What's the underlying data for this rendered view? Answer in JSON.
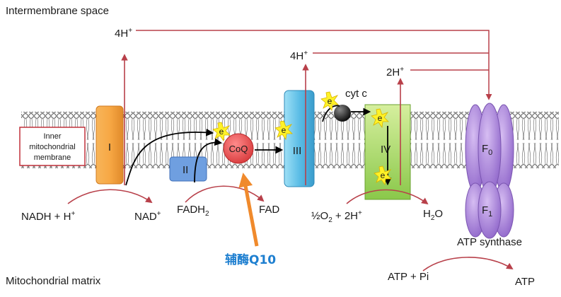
{
  "diagram": {
    "regions": {
      "top": "Intermembrane space",
      "bottom": "Mitochondrial matrix",
      "membrane_box": [
        "Inner",
        "mitochondrial",
        "membrane"
      ]
    },
    "complexes": {
      "c1": "I",
      "c2": "II",
      "c3": "III",
      "c4": "IV",
      "coq": "CoQ",
      "cytc": "cyt c",
      "f0": "F",
      "f0_sub": "0",
      "f1": "F",
      "f1_sub": "1",
      "atp_synthase": "ATP synthase"
    },
    "electron": "e",
    "protons": {
      "p1_main": "4H",
      "p1_sup": "+",
      "p3_main": "4H",
      "p3_sup": "+",
      "p4_main": "2H",
      "p4_sup": "+"
    },
    "reactions": {
      "nadh": "NADH + H",
      "nadh_sup": "+",
      "nad": "NAD",
      "nad_sup": "+",
      "fadh2": "FADH",
      "fadh2_sub": "2",
      "fad": "FAD",
      "o2_a": "½O",
      "o2_sub": "2",
      "o2_b": " + 2H",
      "o2_sup": "+",
      "h2o_a": "H",
      "h2o_sub": "2",
      "h2o_b": "O",
      "atp_pi": "ATP + Pi",
      "atp": "ATP"
    },
    "annotation": "辅酶Q10",
    "colors": {
      "complex_I": "#f4a040",
      "complex_II": "#5b8fd6",
      "complex_III": "#5bbde6",
      "complex_IV": "#9ed05a",
      "coq": "#e8474a",
      "synthase": "#a77fd6",
      "arrows": "#b8404a",
      "annotation": "#1e7fd0",
      "annotation_arrow": "#f08a2c"
    }
  }
}
